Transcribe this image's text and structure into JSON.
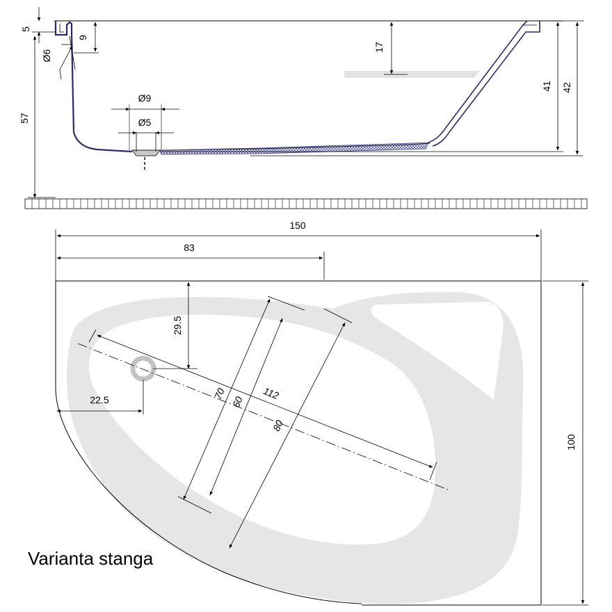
{
  "section": {
    "dims": {
      "d5": "5",
      "d9": "9",
      "d6": "Ø6",
      "d57": "57",
      "d17": "17",
      "d41": "41",
      "d42": "42",
      "dia9": "Ø9",
      "dia5": "Ø5"
    }
  },
  "plan": {
    "dims": {
      "d150": "150",
      "d83": "83",
      "d100": "100",
      "d29_5": "29.5",
      "d22_5": "22.5",
      "d70": "70",
      "d60": "60",
      "d112": "112",
      "d80": "80"
    }
  },
  "caption": "Varianta stanga",
  "colors": {
    "line": "#000000",
    "shell": "#e6e6e6",
    "hatch": "#3a3a8a",
    "drain": "#c8c8c8"
  }
}
